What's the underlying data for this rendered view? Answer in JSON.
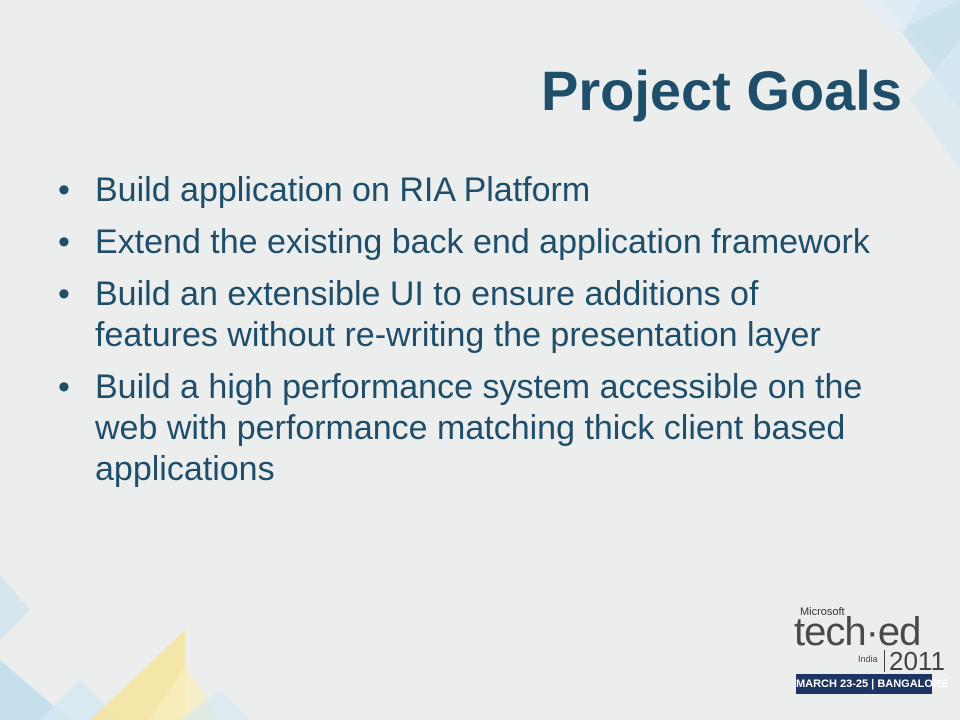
{
  "slide": {
    "title": "Project Goals",
    "bullets": [
      {
        "text": "Build application on RIA Platform"
      },
      {
        "text": "Extend the existing back end application framework"
      },
      {
        "text": "Build an extensible UI to ensure additions of features without re-writing the presentation layer"
      },
      {
        "text": "Build a high performance system accessible on the web with performance matching thick client based applications"
      }
    ]
  },
  "logo": {
    "brand": "Microsoft",
    "event": "tech·ed",
    "country": "India",
    "year": "2011",
    "banner": "MARCH 23-25 | BANGALORE"
  },
  "colors": {
    "text": "#1f4e6a",
    "background": "#eceeee",
    "accent_blue": "#c9e1ee",
    "accent_yellow": "#f7e9a8"
  }
}
